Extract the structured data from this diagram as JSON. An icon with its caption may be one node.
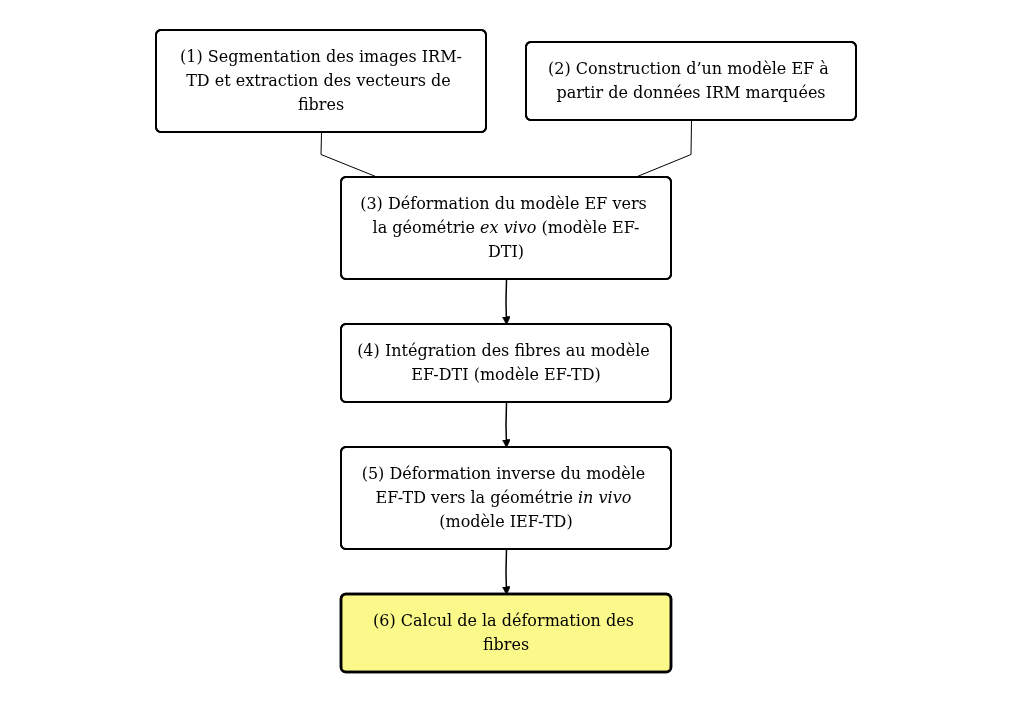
{
  "diagram": {
    "nodes": [
      {
        "text": [
          "(1) Segmentation des images IRM-TD et extraction des vecteurs de fibres"
        ]
      },
      {
        "text": [
          "(2) Construction d’un modèle EF à partir de données IRM marquées"
        ]
      },
      {
        "text": [
          "(3) Déformation du modèle EF vers la géométrie *ex vivo* (modèle EF-DTI)"
        ]
      },
      {
        "text": [
          "(4) Intégration des fibres au modèle EF-DTI (modèle EF-TD)"
        ]
      },
      {
        "text": [
          "(5) Déformation inverse du modèle EF-TD vers la géométrie *in vivo* (modèle IEF-TD)"
        ]
      },
      {
        "text": [
          "(6) Calcul de la déformation des fibres"
        ]
      }
    ],
    "edges": [
      {
        "from": 0,
        "to": 2,
        "arrow": "none"
      },
      {
        "from": 1,
        "to": 2,
        "arrow": "none"
      },
      {
        "from": 2,
        "to": 3,
        "arrow": "to"
      },
      {
        "from": 3,
        "to": 4,
        "arrow": "to"
      },
      {
        "from": 4,
        "to": 5,
        "arrow": "to"
      }
    ]
  }
}
